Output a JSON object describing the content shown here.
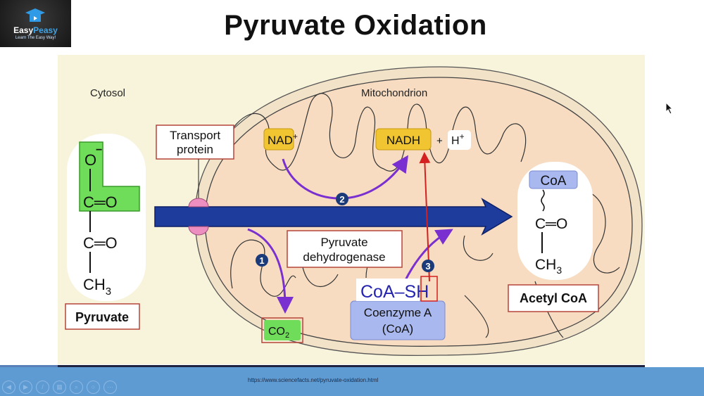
{
  "logo": {
    "brand_a": "Easy",
    "brand_b": "Peasy",
    "tagline": "Learn The Easy Way!"
  },
  "slide": {
    "title": "Pyruvate Oxidation",
    "source_url": "https://www.sciencefacts.net/pyruvate-oxidation.html"
  },
  "diagram": {
    "cytosol_label": "Cytosol",
    "mitochondrion_label": "Mitochondrion",
    "transport_protein": [
      "Transport",
      "protein"
    ],
    "pyruvate": {
      "o_minus": "O",
      "minus": "−",
      "c1": "C═O",
      "c2": "C═O",
      "ch": "CH",
      "sub3": "3",
      "label": "Pyruvate"
    },
    "nad": {
      "text": "NAD",
      "sup": "+"
    },
    "nadh": "NADH",
    "plus": "+",
    "h_plus": {
      "text": "H",
      "sup": "+"
    },
    "step_numbers": [
      "1",
      "2",
      "3"
    ],
    "enzyme": [
      "Pyruvate",
      "dehydrogenase"
    ],
    "co2": {
      "text": "CO",
      "sub": "2"
    },
    "coa_sh": {
      "prefix": "CoA–S",
      "h": "H"
    },
    "coenzyme": [
      "Coenzyme A",
      "(CoA)"
    ],
    "acetyl": {
      "coa": "CoA",
      "c": "C═O",
      "ch": "CH",
      "sub3": "3",
      "label": "Acetyl CoA"
    }
  },
  "colors": {
    "panel_bg": "#f8f4dc",
    "mito_fill": "#f7dcc1",
    "arrow_blue": "#1e3c9c",
    "purple": "#7a2fd0",
    "red": "#d42020",
    "nad_yellow": "#f0c531",
    "green": "#6fdc5a",
    "coa_blue": "#a9b8ef",
    "toolbar": "#5f9bd3"
  },
  "toolbar": {
    "icons": [
      "previous-icon",
      "next-icon",
      "pen-icon",
      "slides-icon",
      "zoom-icon",
      "pointer-icon",
      "more-icon"
    ],
    "glyphs": [
      "◀",
      "▶",
      "/",
      "▦",
      "⌕",
      "○",
      "⋯"
    ]
  }
}
